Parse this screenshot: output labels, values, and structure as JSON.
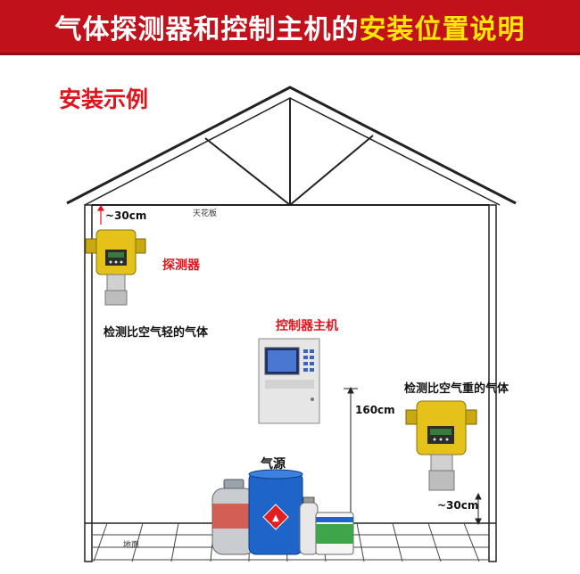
{
  "header": {
    "title_part1": "气体探测器和控制主机的",
    "title_part2": "安装位置说明"
  },
  "example_title": "安装示例",
  "labels": {
    "ceiling": "天花板",
    "ceiling_gap": "~30cm",
    "detector": "探测器",
    "light_gas": "检测比空气轻的气体",
    "controller": "控制器主机",
    "height_160": "160cm",
    "heavy_gas": "检测比空气重的气体",
    "gas_source": "气源",
    "floor_gap": "~30cm",
    "floor": "地面"
  },
  "colors": {
    "banner": "#c1121c",
    "accent_red": "#e1141d",
    "accent_yellow": "#ffe600",
    "detector_yellow": "#e4c21a",
    "cylinder_blue": "#1f64c8"
  }
}
